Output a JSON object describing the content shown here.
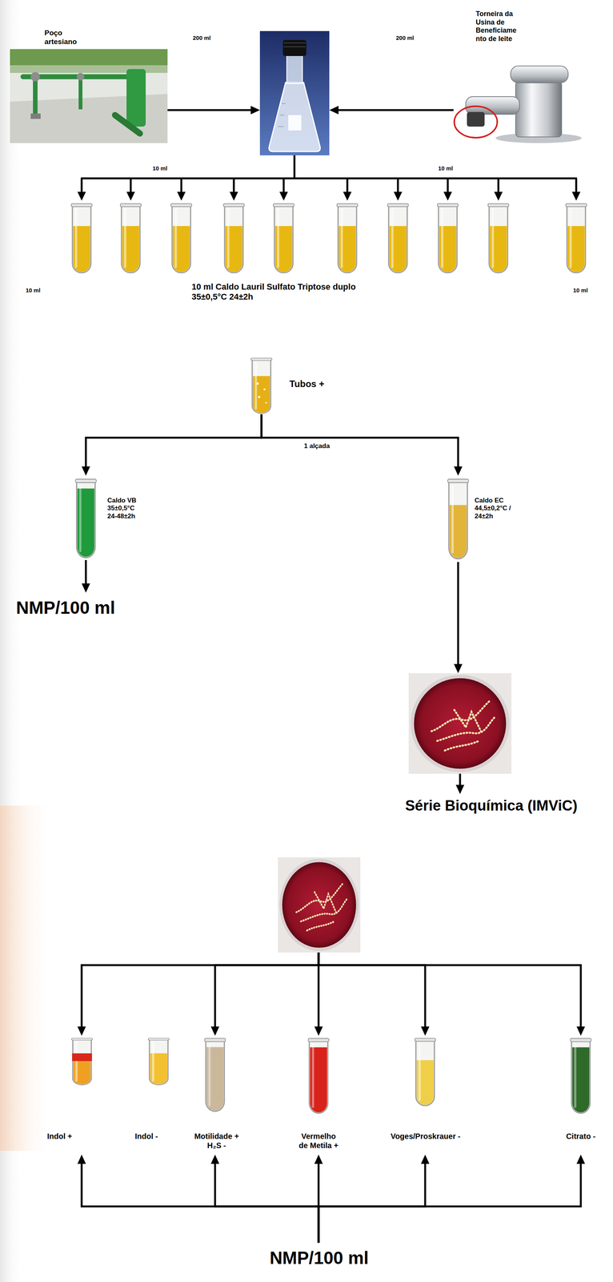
{
  "diagram": {
    "nodes": [
      {
        "text": [
          "Poço artesiano"
        ]
      },
      {
        "text": [
          "Torneira da Usina de Beneficiame nto de leite"
        ]
      },
      {
        "text": []
      },
      {
        "text": [
          "10 ml Caldo Lauril Sulfato Triptose duplo 35±0,5°C 24±2h"
        ]
      },
      {
        "text": [
          "Tubos +"
        ]
      },
      {
        "text": [
          "Caldo VB 35±0,5°C 24-48±2h"
        ]
      },
      {
        "text": [
          "Caldo EC 44,5±0,2°C / 24±2h"
        ]
      },
      {
        "text": [
          "NMP/100 ml"
        ]
      },
      {
        "text": []
      },
      {
        "text": [
          "Série Bioquímica (IMViC)"
        ]
      },
      {
        "text": []
      },
      {
        "text": [
          "Indol +",
          "Indol -"
        ]
      },
      {
        "text": [
          "Motilidade + H₂S -"
        ]
      },
      {
        "text": [
          "Vermelho de Metila +"
        ]
      },
      {
        "text": [
          "Voges/Proskrauer -"
        ]
      },
      {
        "text": [
          "Citrato -"
        ]
      },
      {
        "text": [
          "NMP/100 ml"
        ]
      }
    ],
    "edges": [
      {
        "from": 0,
        "to": 2,
        "label": "200 ml",
        "arrow": "to"
      },
      {
        "from": 1,
        "to": 2,
        "label": "200 ml",
        "arrow": "to"
      },
      {
        "from": 2,
        "to": 3,
        "arrow": "none"
      },
      {
        "from": 4,
        "to": 5,
        "arrow": "to"
      },
      {
        "from": 4,
        "to": 6,
        "arrow": "to"
      },
      {
        "from": 5,
        "to": 7,
        "arrow": "to"
      },
      {
        "from": 6,
        "to": 8,
        "arrow": "to"
      },
      {
        "from": 8,
        "to": 9,
        "arrow": "to"
      },
      {
        "from": 10,
        "to": 11,
        "arrow": "to"
      },
      {
        "from": 10,
        "to": 12,
        "arrow": "to"
      },
      {
        "from": 10,
        "to": 13,
        "arrow": "to"
      },
      {
        "from": 10,
        "to": 14,
        "arrow": "to"
      },
      {
        "from": 10,
        "to": 15,
        "arrow": "to"
      },
      {
        "from": 16,
        "to": 11,
        "arrow": "to"
      },
      {
        "from": 16,
        "to": 12,
        "arrow": "to"
      },
      {
        "from": 16,
        "to": 13,
        "arrow": "to"
      },
      {
        "from": 16,
        "to": 14,
        "arrow": "to"
      },
      {
        "from": 16,
        "to": 15,
        "arrow": "to"
      }
    ],
    "labels": [
      "10 ml",
      "10 ml",
      "10 ml",
      "10 ml",
      "1 alçada"
    ]
  }
}
